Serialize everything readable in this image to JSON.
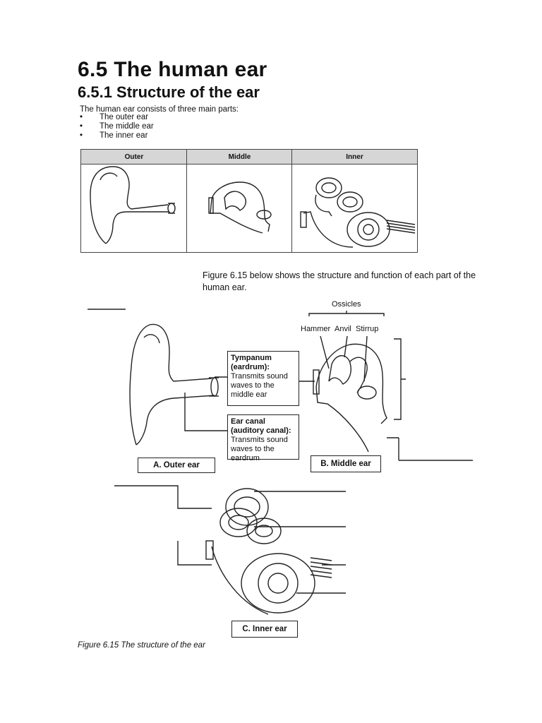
{
  "section": {
    "title": "6.5 The human ear",
    "subtitle": "6.5.1 Structure of the ear",
    "intro": "The human ear consists of three main parts:",
    "parts": [
      "The outer ear",
      "The middle ear",
      "The inner ear"
    ]
  },
  "parts_table": {
    "headers": [
      "Outer",
      "Middle",
      "Inner"
    ]
  },
  "figure": {
    "description": "Figure 6.15 below shows the structure and function of each part of the human ear.",
    "ossicles_label": "Ossicles",
    "ossicle_names": [
      "Hammer",
      "Anvil",
      "Stirrup"
    ],
    "tympanum_title": "Tympanum (eardrum):",
    "tympanum_text": "Transmits sound waves to the middle ear",
    "canal_title": "Ear canal (auditory canal):",
    "canal_text": "Transmits sound waves to the eardrum",
    "label_a": "A. Outer ear",
    "label_b": "B. Middle ear",
    "label_c": "C. Inner ear",
    "caption": "Figure 6.15 The structure of the ear"
  }
}
